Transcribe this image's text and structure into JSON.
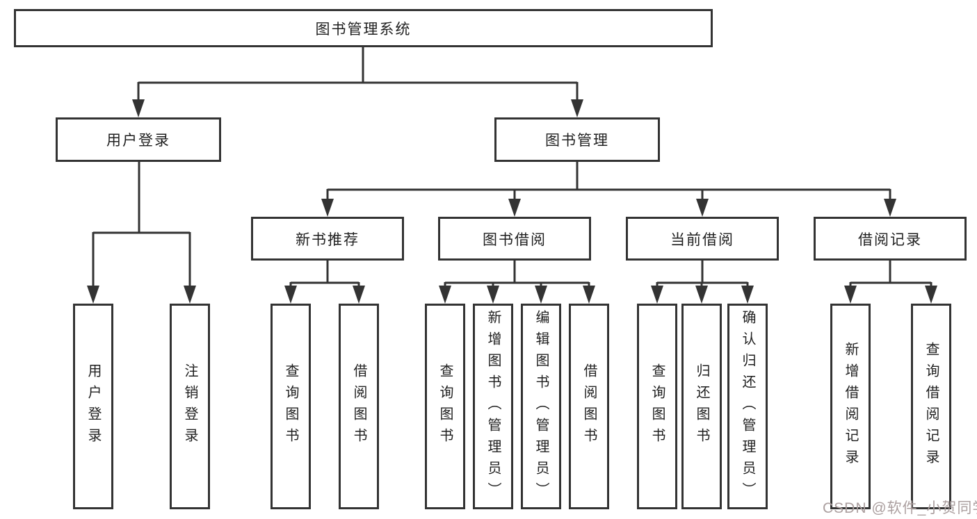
{
  "diagram": {
    "root": {
      "label": "图书管理系统"
    },
    "branches": [
      {
        "label": "用户登录",
        "children": [
          {
            "label": "用户登录"
          },
          {
            "label": "注销登录"
          }
        ]
      },
      {
        "label": "图书管理",
        "children": [
          {
            "label": "新书推荐",
            "children": [
              {
                "label": "查询图书"
              },
              {
                "label": "借阅图书"
              }
            ]
          },
          {
            "label": "图书借阅",
            "children": [
              {
                "label": "查询图书"
              },
              {
                "label": "新增图书（管理员）"
              },
              {
                "label": "编辑图书（管理员）"
              },
              {
                "label": "借阅图书"
              }
            ]
          },
          {
            "label": "当前借阅",
            "children": [
              {
                "label": "查询图书"
              },
              {
                "label": "归还图书"
              },
              {
                "label": "确认归还（管理员）"
              }
            ]
          },
          {
            "label": "借阅记录",
            "children": [
              {
                "label": "新增借阅记录"
              },
              {
                "label": "查询借阅记录"
              }
            ]
          }
        ]
      }
    ]
  },
  "watermark": {
    "text": "CSDN @软件_小贺同学",
    "color": "#ab9f9f"
  },
  "style": {
    "line_color": "#333333",
    "text_color": "#1f1f1f",
    "background": "#ffffff"
  }
}
